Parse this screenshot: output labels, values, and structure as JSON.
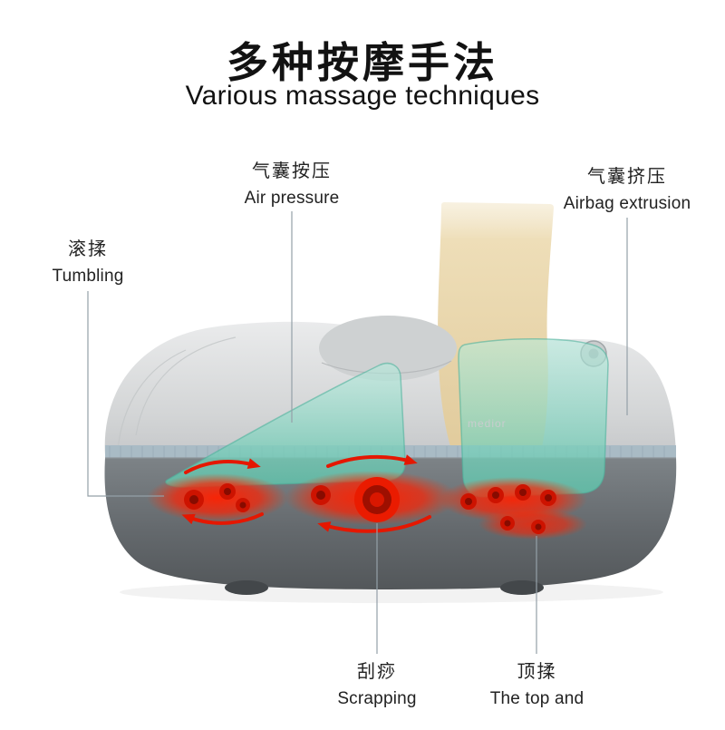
{
  "header": {
    "title_zh": "多种按摩手法",
    "title_en": "Various massage techniques"
  },
  "labels": {
    "air_pressure": {
      "zh": "气囊按压",
      "en": "Air pressure"
    },
    "airbag_extrusion": {
      "zh": "气囊挤压",
      "en": "Airbag extrusion"
    },
    "tumbling": {
      "zh": "滚揉",
      "en": "Tumbling"
    },
    "scrapping": {
      "zh": "刮痧",
      "en": "Scrapping"
    },
    "top_kneading": {
      "zh": "顶揉",
      "en": "The top and"
    }
  },
  "device": {
    "brand": "medior"
  },
  "colors": {
    "airbag_teal": "#6cc8b1",
    "roller_red": "#e81a00",
    "body_gray": "#d7d9da",
    "base_gray": "#666b6e",
    "seam_band": "#a9bbc5",
    "leg_beige": "#e9d8b2",
    "leader_line": "#94a0a8",
    "title_text": "#121212"
  }
}
